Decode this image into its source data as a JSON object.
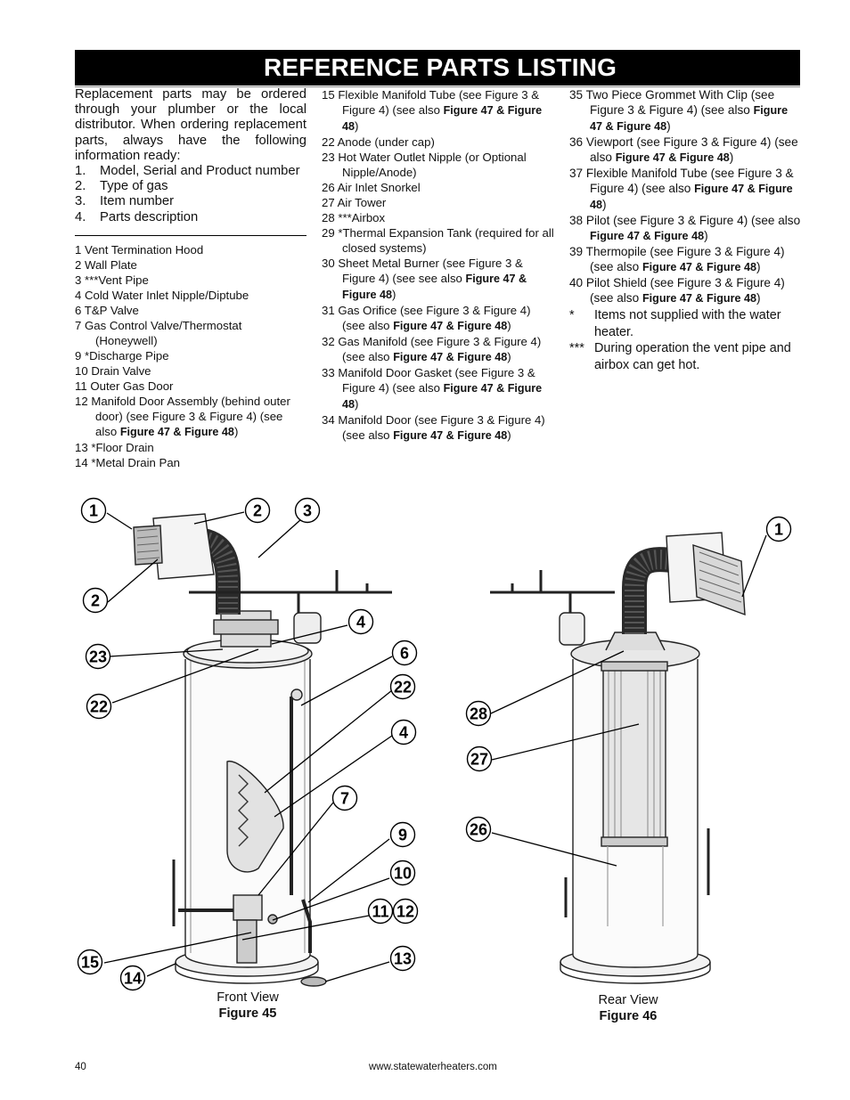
{
  "title": "REFERENCE PARTS LISTING",
  "intro": "Replacement parts may be ordered through your plumber or the local distributor. When ordering replacement parts, always have the following information ready:",
  "steps": [
    {
      "num": "1.",
      "text": "Model, Serial and Product number"
    },
    {
      "num": "2.",
      "text": "Type of gas"
    },
    {
      "num": "3.",
      "text": "Item number"
    },
    {
      "num": "4.",
      "text": "Parts description"
    }
  ],
  "parts_col1": [
    {
      "text": "1 Vent Termination Hood",
      "bold": ""
    },
    {
      "text": "2 Wall Plate",
      "bold": ""
    },
    {
      "text": "3 ***Vent Pipe",
      "bold": ""
    },
    {
      "text": "4 Cold Water Inlet Nipple/Diptube",
      "bold": ""
    },
    {
      "text": "6 T&P Valve",
      "bold": ""
    },
    {
      "text": "7 Gas Control Valve/Thermostat (Honeywell)",
      "bold": ""
    },
    {
      "text": "9 *Discharge Pipe",
      "bold": ""
    },
    {
      "text": "10 Drain Valve",
      "bold": ""
    },
    {
      "text": "11 Outer Gas Door",
      "bold": ""
    },
    {
      "text": "12 Manifold Door Assembly (behind outer door) (see Figure 3 & Figure 4) (see also ",
      "bold": "Figure 47 & Figure 48",
      "tail": ")"
    },
    {
      "text": "13 *Floor Drain",
      "bold": ""
    },
    {
      "text": "14 *Metal Drain Pan",
      "bold": ""
    }
  ],
  "parts_col2": [
    {
      "text": "15 Flexible Manifold Tube (see Figure 3 & Figure 4) (see also ",
      "bold": "Figure 47 & Figure 48",
      "tail": ")"
    },
    {
      "text": "22 Anode (under cap)",
      "bold": ""
    },
    {
      "text": "23 Hot Water Outlet Nipple (or Optional Nipple/Anode)",
      "bold": ""
    },
    {
      "text": "26 Air Inlet Snorkel",
      "bold": ""
    },
    {
      "text": "27 Air Tower",
      "bold": ""
    },
    {
      "text": "28 ***Airbox",
      "bold": ""
    },
    {
      "text": "29 *Thermal Expansion Tank (required for all closed systems)",
      "bold": ""
    },
    {
      "text": "30 Sheet Metal Burner (see Figure 3 & Figure 4) (see see also ",
      "bold": "Figure 47 & Figure 48",
      "tail": ")"
    },
    {
      "text": "31 Gas Orifice (see Figure 3 & Figure 4) (see also ",
      "bold": "Figure 47 & Figure 48",
      "tail": ")"
    },
    {
      "text": "32 Gas Manifold (see Figure 3 & Figure 4) (see also ",
      "bold": "Figure 47 & Figure 48",
      "tail": ")"
    },
    {
      "text": "33 Manifold Door Gasket (see Figure 3 & Figure 4) (see also ",
      "bold": "Figure 47 & Figure 48",
      "tail": ")"
    },
    {
      "text": "34 Manifold Door (see Figure 3 & Figure 4) (see also ",
      "bold": "Figure 47 & Figure 48",
      "tail": ")"
    }
  ],
  "parts_col3": [
    {
      "text": "35 Two Piece Grommet With Clip (see Figure 3 & Figure 4) (see also ",
      "bold": "Figure 47 & Figure 48",
      "tail": ")"
    },
    {
      "text": "36 Viewport (see Figure 3 & Figure 4) (see also ",
      "bold": "Figure 47 & Figure 48",
      "tail": ")"
    },
    {
      "text": "37 Flexible Manifold Tube (see Figure 3 & Figure 4) (see also ",
      "bold": "Figure 47 & Figure 48",
      "tail": ")"
    },
    {
      "text": "38 Pilot (see Figure 3 & Figure 4) (see also ",
      "bold": "Figure 47 & Figure 48",
      "tail": ")"
    },
    {
      "text": "39 Thermopile (see Figure 3 & Figure 4) (see also ",
      "bold": "Figure 47 & Figure 48",
      "tail": ")"
    },
    {
      "text": "40 Pilot Shield (see Figure 3 & Figure 4) (see also ",
      "bold": "Figure 47 & Figure 48",
      "tail": ")"
    }
  ],
  "notes": [
    {
      "mark": "*",
      "text": "Items not supplied with the water heater."
    },
    {
      "mark": "***",
      "text": "During operation the vent pipe and airbox can get hot."
    }
  ],
  "figure45": {
    "view": "Front View",
    "label": "Figure 45",
    "callouts": [
      "1",
      "2",
      "3",
      "2",
      "23",
      "22",
      "4",
      "6",
      "22",
      "4",
      "7",
      "9",
      "10",
      "11",
      "12",
      "15",
      "14",
      "13"
    ]
  },
  "figure46": {
    "view": "Rear View",
    "label": "Figure 46",
    "callouts": [
      "1",
      "28",
      "27",
      "26"
    ]
  },
  "footer": {
    "page": "40",
    "url": "www.statewaterheaters.com"
  }
}
